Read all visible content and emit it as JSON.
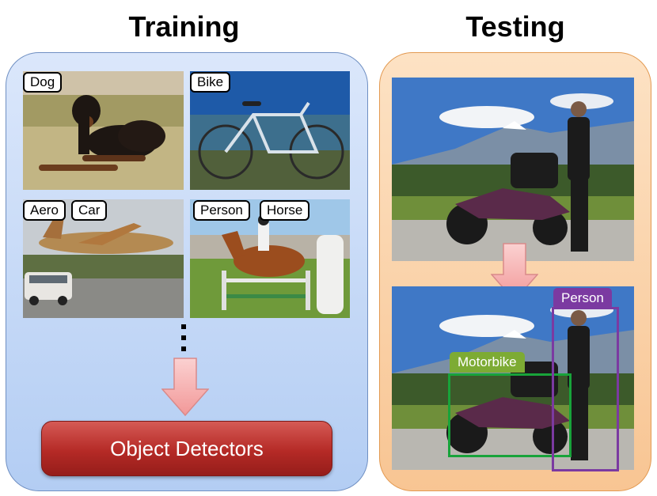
{
  "training": {
    "title": "Training",
    "images": [
      {
        "labels": [
          "Dog"
        ]
      },
      {
        "labels": [
          "Bike"
        ]
      },
      {
        "labels": [
          "Aero",
          "Car"
        ]
      },
      {
        "labels": [
          "Person",
          "Horse"
        ]
      }
    ],
    "detector_label": "Object Detectors"
  },
  "testing": {
    "title": "Testing",
    "detections": [
      {
        "label": "Motorbike",
        "color": "#18a33a",
        "label_color": "#7dab34"
      },
      {
        "label": "Person",
        "color": "#7b3aa1",
        "label_color": "#7b3aa1"
      }
    ]
  },
  "colors": {
    "training_panel": "#b3cdf3",
    "testing_panel": "#f8c593",
    "arrow": "#f7a7a7",
    "detector_button": "#b52a26"
  }
}
